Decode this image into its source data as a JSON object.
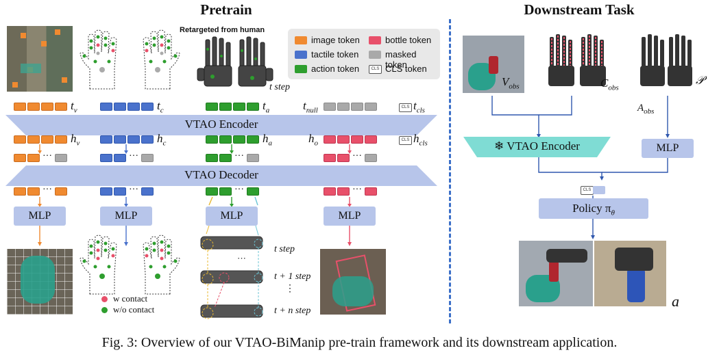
{
  "pretrain": {
    "title": "Pretrain",
    "retarget_label": "Retargeted from human",
    "t_step_top": "t step",
    "legend": {
      "image": "image token",
      "bottle": "bottle token",
      "tactile": "tactile token",
      "masked": "masked token",
      "action": "action token",
      "cls": "CLS token"
    },
    "cls_tag": "CLS",
    "t_labels": {
      "v": "t",
      "v_sub": "v",
      "c": "t",
      "c_sub": "c",
      "a": "t",
      "a_sub": "a",
      "null": "t",
      "null_sub": "null",
      "cls": "t",
      "cls_sub": "cls"
    },
    "h_labels": {
      "v": "h",
      "v_sub": "v",
      "c": "h",
      "c_sub": "c",
      "a": "h",
      "a_sub": "a",
      "o": "h",
      "o_sub": "o",
      "cls": "h",
      "cls_sub": "cls"
    },
    "encoder": "VTAO Encoder",
    "decoder": "VTAO Decoder",
    "mlp": "MLP",
    "ellipsis": "···",
    "contact": "w contact",
    "no_contact": "w/o contact",
    "steps": [
      "t step",
      "t + 1 step",
      "t + n step"
    ],
    "vdots": "⋮"
  },
  "downstream": {
    "title": "Downstream Task",
    "v_obs": "V",
    "v_obs_sub": "obs",
    "c_obs": "C",
    "c_obs_sub": "obs",
    "a_obs": "A",
    "a_obs_sub": "obs",
    "p": "𝒫",
    "encoder": "VTAO Encoder",
    "snow_icon": "❄",
    "mlp": "MLP",
    "policy": "Policy π",
    "policy_sub": "θ",
    "cls_tag": "CLS",
    "a_out": "a"
  },
  "caption": "Fig. 3: Overview of our VTAO-BiManip pre-train framework and its downstream application.",
  "colors": {
    "image": "#F08A30",
    "tactile": "#4A72CC",
    "action": "#2E9E2E",
    "bottle": "#E8506A",
    "masked": "#A9A9A9",
    "bar": "#B7C5EA",
    "encoder_frozen": "#7FDCD4",
    "divider": "#3B6FC8"
  }
}
